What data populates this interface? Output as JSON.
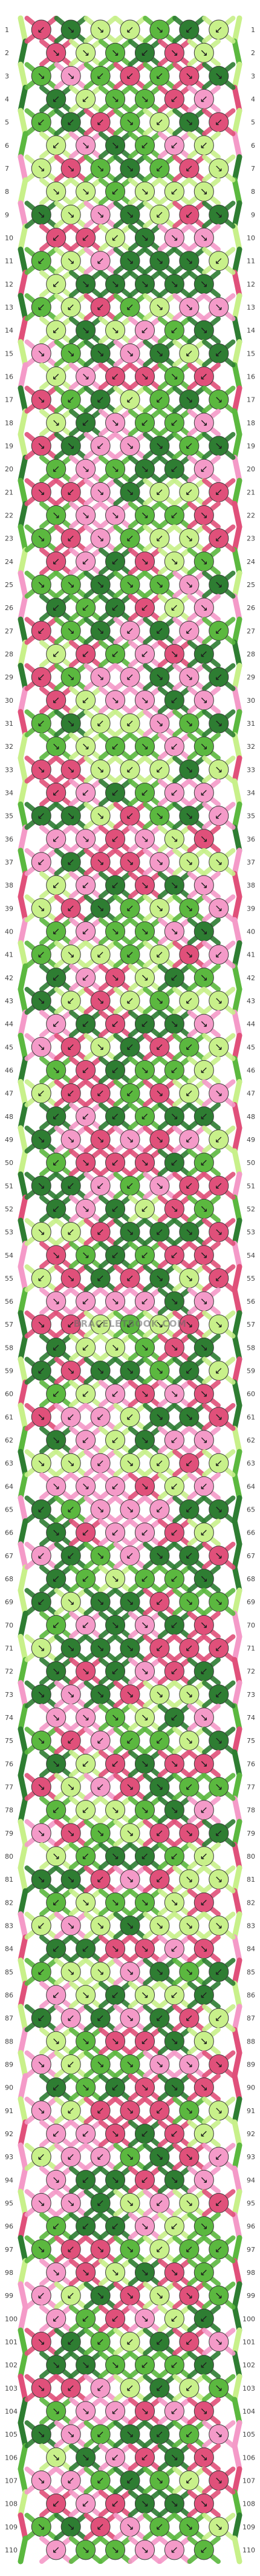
{
  "watermark": "BRACELETBOOK.COM",
  "row_count": 110,
  "palette": {
    "dark_green": "#2e7d32",
    "green": "#5bb83f",
    "light_green": "#c8f08a",
    "pink": "#f49ac8",
    "dark_pink": "#e0507a",
    "white": "#ffffff"
  },
  "strings_top": [
    "dark_pink",
    "light_green",
    "dark_green",
    "dark_pink",
    "dark_green",
    "pink",
    "green",
    "pink",
    "light_green",
    "dark_green",
    "pink",
    "dark_green",
    "light_green",
    "green"
  ],
  "rows": [
    {
      "row": 1,
      "label": "1"
    },
    {
      "row": 2,
      "label": "2"
    },
    {
      "row": 3,
      "label": "3"
    },
    {
      "row": 4,
      "label": "4"
    },
    {
      "row": 5,
      "label": "5"
    },
    {
      "row": 6,
      "label": "6"
    },
    {
      "row": 7,
      "label": "7"
    },
    {
      "row": 8,
      "label": "8"
    },
    {
      "row": 9,
      "label": "9"
    },
    {
      "row": 10,
      "label": "10"
    },
    {
      "row": 11,
      "label": "11"
    },
    {
      "row": 12,
      "label": "12"
    },
    {
      "row": 13,
      "label": "13"
    },
    {
      "row": 14,
      "label": "14"
    },
    {
      "row": 15,
      "label": "15"
    },
    {
      "row": 16,
      "label": "16"
    },
    {
      "row": 17,
      "label": "17"
    },
    {
      "row": 18,
      "label": "18"
    },
    {
      "row": 19,
      "label": "19"
    },
    {
      "row": 20,
      "label": "20"
    },
    {
      "row": 21,
      "label": "21"
    },
    {
      "row": 22,
      "label": "22"
    },
    {
      "row": 23,
      "label": "23"
    },
    {
      "row": 24,
      "label": "24"
    },
    {
      "row": 25,
      "label": "25"
    },
    {
      "row": 26,
      "label": "26"
    },
    {
      "row": 27,
      "label": "27"
    },
    {
      "row": 28,
      "label": "28"
    },
    {
      "row": 29,
      "label": "29"
    },
    {
      "row": 30,
      "label": "30"
    },
    {
      "row": 31,
      "label": "31"
    },
    {
      "row": 32,
      "label": "32"
    },
    {
      "row": 33,
      "label": "33"
    },
    {
      "row": 34,
      "label": "34"
    },
    {
      "row": 35,
      "label": "35"
    },
    {
      "row": 36,
      "label": "36"
    },
    {
      "row": 37,
      "label": "37"
    },
    {
      "row": 38,
      "label": "38"
    },
    {
      "row": 39,
      "label": "39"
    },
    {
      "row": 40,
      "label": "40"
    },
    {
      "row": 41,
      "label": "41"
    },
    {
      "row": 42,
      "label": "42"
    },
    {
      "row": 43,
      "label": "43"
    },
    {
      "row": 44,
      "label": "44"
    },
    {
      "row": 45,
      "label": "45"
    },
    {
      "row": 46,
      "label": "46"
    },
    {
      "row": 47,
      "label": "47"
    },
    {
      "row": 48,
      "label": "48"
    },
    {
      "row": 49,
      "label": "49"
    },
    {
      "row": 50,
      "label": "50"
    },
    {
      "row": 51,
      "label": "51"
    },
    {
      "row": 52,
      "label": "52"
    },
    {
      "row": 53,
      "label": "53"
    },
    {
      "row": 54,
      "label": "54"
    },
    {
      "row": 55,
      "label": "55"
    },
    {
      "row": 56,
      "label": "56"
    },
    {
      "row": 57,
      "label": "57"
    },
    {
      "row": 58,
      "label": "58"
    },
    {
      "row": 59,
      "label": "59"
    },
    {
      "row": 60,
      "label": "60"
    },
    {
      "row": 61,
      "label": "61"
    },
    {
      "row": 62,
      "label": "62"
    },
    {
      "row": 63,
      "label": "63"
    },
    {
      "row": 64,
      "label": "64"
    },
    {
      "row": 65,
      "label": "65"
    },
    {
      "row": 66,
      "label": "66"
    },
    {
      "row": 67,
      "label": "67"
    },
    {
      "row": 68,
      "label": "68"
    },
    {
      "row": 69,
      "label": "69"
    },
    {
      "row": 70,
      "label": "70"
    },
    {
      "row": 71,
      "label": "71"
    },
    {
      "row": 72,
      "label": "72"
    },
    {
      "row": 73,
      "label": "73"
    },
    {
      "row": 74,
      "label": "74"
    },
    {
      "row": 75,
      "label": "75"
    },
    {
      "row": 76,
      "label": "76"
    },
    {
      "row": 77,
      "label": "77"
    },
    {
      "row": 78,
      "label": "78"
    },
    {
      "row": 79,
      "label": "79"
    },
    {
      "row": 80,
      "label": "80"
    },
    {
      "row": 81,
      "label": "81"
    },
    {
      "row": 82,
      "label": "82"
    },
    {
      "row": 83,
      "label": "83"
    },
    {
      "row": 84,
      "label": "84"
    },
    {
      "row": 85,
      "label": "85"
    },
    {
      "row": 86,
      "label": "86"
    },
    {
      "row": 87,
      "label": "87"
    },
    {
      "row": 88,
      "label": "88"
    },
    {
      "row": 89,
      "label": "89"
    },
    {
      "row": 90,
      "label": "90"
    },
    {
      "row": 91,
      "label": "91"
    },
    {
      "row": 92,
      "label": "92"
    },
    {
      "row": 93,
      "label": "93"
    },
    {
      "row": 94,
      "label": "94"
    },
    {
      "row": 95,
      "label": "95"
    },
    {
      "row": 96,
      "label": "96"
    },
    {
      "row": 97,
      "label": "97"
    },
    {
      "row": 98,
      "label": "98"
    },
    {
      "row": 99,
      "label": "99"
    },
    {
      "row": 100,
      "label": "100"
    },
    {
      "row": 101,
      "label": "101"
    },
    {
      "row": 102,
      "label": "102"
    },
    {
      "row": 103,
      "label": "103"
    },
    {
      "row": 104,
      "label": "104"
    },
    {
      "row": 105,
      "label": "105"
    },
    {
      "row": 106,
      "label": "106"
    },
    {
      "row": 107,
      "label": "107"
    },
    {
      "row": 108,
      "label": "108"
    },
    {
      "row": 109,
      "label": "109"
    },
    {
      "row": 110,
      "label": "110"
    }
  ]
}
